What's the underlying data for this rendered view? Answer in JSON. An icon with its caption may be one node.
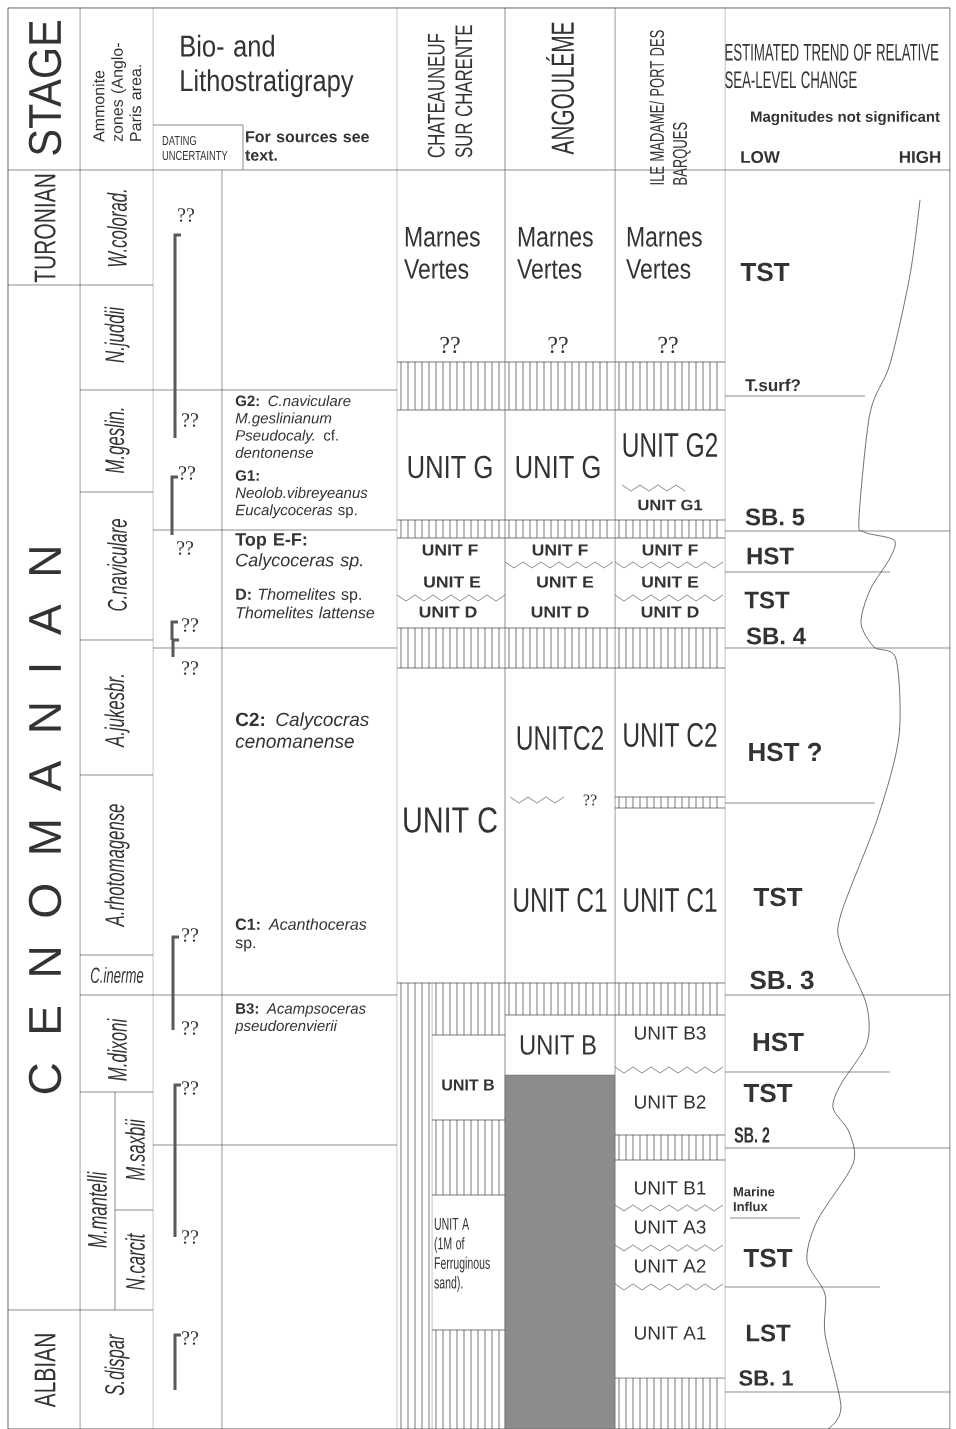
{
  "diagram": {
    "labels": [
      "STAGE",
      "Ammonite zones (Anglo-Paris area.",
      "Bio- and Lithostratigrapy",
      "DATING UNCERTAINTY",
      "For sources see text.",
      "CHATEAUNEUF SUR CHARENTE",
      "ANGOULÉME",
      "ILE MADAME/ PORT DES BARQUES",
      "ESTIMATED TREND OF RELATIVE SEA-LEVEL CHANGE",
      "Magnitudes not significant",
      "LOW",
      "HIGH",
      "TURONIAN",
      "C E N O M A N I A N",
      "ALBIAN",
      "W.colorad.",
      "N.juddii",
      "M.geslin.",
      "C.naviculare",
      "A.jukesbr.",
      "A.rhotomagense",
      "C.inerme",
      "M.dixoni",
      "M.mantelli",
      "M.saxbii",
      "N.carcit",
      "S.dispar",
      "??",
      "??",
      "??",
      "??",
      "??",
      "??",
      "??",
      "??",
      "??",
      "??",
      "??",
      "**G2:** *C.naviculare M.geslinianum Pseudocaly.* cf. *dentonense*",
      "**G1:** *Neolob.vibreyeanus Eucalycoceras* sp.",
      "**Top E-F:** *Calycoceras sp.*",
      "**D:** *Thomelites* sp. *Thomelites lattense*",
      "**C2:** *Calycocras cenomanense*",
      "**C1:** *Acanthoceras* sp.",
      "**B3:** *Acampsoceras pseudorenvierii*",
      "Marnes Vertes",
      "??",
      "UNIT G",
      "UNIT F",
      "UNIT E",
      "UNIT D",
      "UNIT C",
      "UNIT B",
      "UNIT A (1M of Ferruginous sand).",
      "Marnes Vertes",
      "??",
      "UNIT G",
      "UNIT F",
      "UNIT E",
      "UNIT D",
      "UNITC2",
      "??",
      "UNIT C1",
      "UNIT B",
      "Marnes Vertes",
      "??",
      "UNIT G2",
      "UNIT G1",
      "UNIT F",
      "UNIT E",
      "UNIT D",
      "UNIT C2",
      "UNIT C1",
      "UNIT B3",
      "UNIT B2",
      "UNIT B1",
      "UNIT A3",
      "UNIT A2",
      "UNIT A1",
      "TST",
      "T.surf?",
      "SB. 5",
      "HST",
      "TST",
      "SB. 4",
      "HST ?",
      "TST",
      "SB. 3",
      "HST",
      "TST",
      "SB. 2",
      "Marine Influx",
      "TST",
      "LST",
      "SB. 1"
    ]
  }
}
